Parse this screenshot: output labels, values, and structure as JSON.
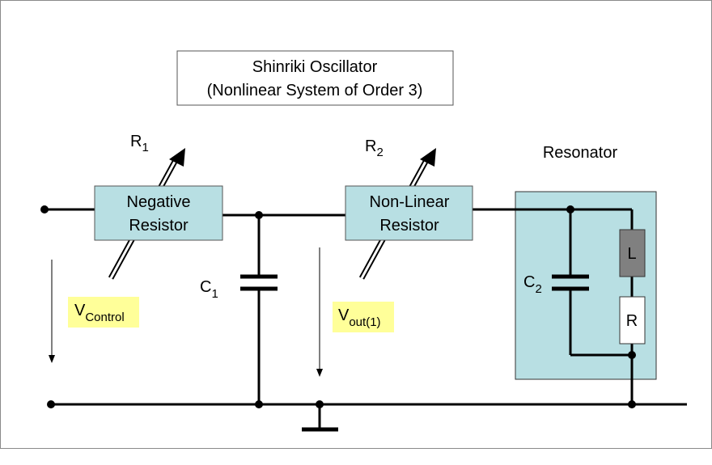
{
  "title": {
    "line1": "Shinriki Oscillator",
    "line2": "(Nonlinear System of Order 3)"
  },
  "components": {
    "r1": {
      "main": "R",
      "sub": "1"
    },
    "r2": {
      "main": "R",
      "sub": "2"
    },
    "negative_resistor": {
      "line1": "Negative",
      "line2": "Resistor"
    },
    "nonlinear_resistor": {
      "line1": "Non-Linear",
      "line2": "Resistor"
    },
    "resonator_label": "Resonator",
    "c1": {
      "main": "C",
      "sub": "1"
    },
    "c2": {
      "main": "C",
      "sub": "2"
    },
    "inductor": "L",
    "resistor": "R"
  },
  "voltages": {
    "v_control": {
      "main": "V",
      "sub": "Control"
    },
    "v_out": {
      "main": "V",
      "sub": "out(1)"
    }
  },
  "colors": {
    "box_fill": "#b8dfe3",
    "resonator_fill": "#b8dfe3",
    "voltage_label_fill": "#ffff99",
    "inductor_fill": "#808080",
    "frame_border": "#8a8a8a",
    "page_background": "#ffffff"
  }
}
